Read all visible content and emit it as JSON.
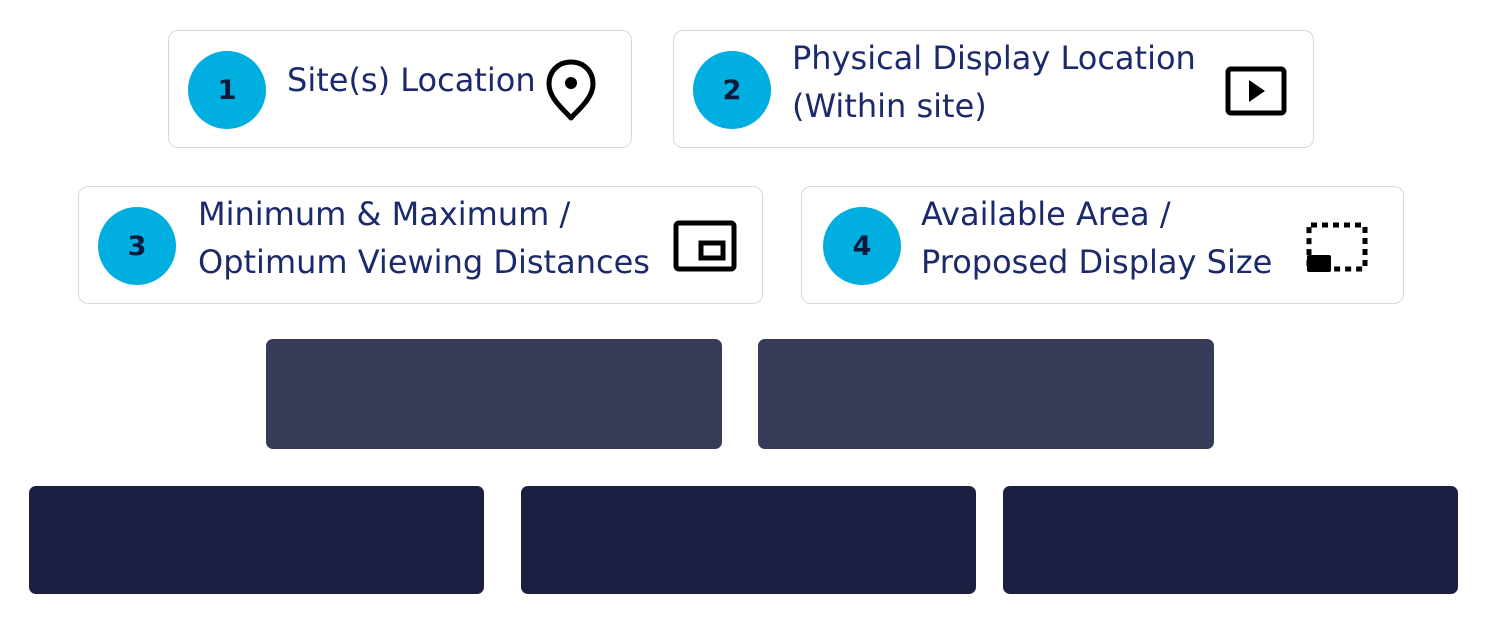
{
  "steps": [
    {
      "number": "1",
      "lines": [
        "Site(s) Location"
      ],
      "icon": "map-pin-icon"
    },
    {
      "number": "2",
      "lines": [
        "Physical Display Location",
        "(Within site)"
      ],
      "icon": "play-box-icon"
    },
    {
      "number": "3",
      "lines": [
        "Minimum & Maximum /",
        "Optimum Viewing Distances"
      ],
      "icon": "picture-in-picture-icon"
    },
    {
      "number": "4",
      "lines": [
        "Available Area /",
        "Proposed Display Size"
      ],
      "icon": "dashed-area-icon"
    }
  ],
  "colors": {
    "badge": "#00aee0",
    "label_text": "#1c2a6b",
    "card_border": "#d6d8de",
    "mid_block": "#363c58",
    "bottom_block": "#1c1f42"
  }
}
